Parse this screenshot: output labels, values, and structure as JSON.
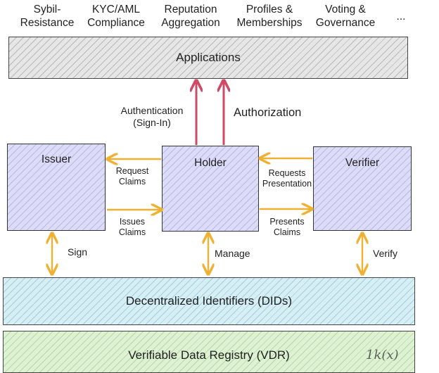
{
  "use_cases": [
    {
      "id": "sybil",
      "label": "Sybil-\nResistance"
    },
    {
      "id": "kyc",
      "label": "KYC/AML\nCompliance"
    },
    {
      "id": "reputation",
      "label": "Reputation\nAggregation"
    },
    {
      "id": "profiles",
      "label": "Profiles &\nMemberships"
    },
    {
      "id": "voting",
      "label": "Voting &\nGovernance"
    },
    {
      "id": "more",
      "label": "..."
    }
  ],
  "applications": {
    "label": "Applications"
  },
  "authentication": {
    "label": "Authentication\n(Sign-In)"
  },
  "authorization": {
    "label": "Authorization"
  },
  "actors": {
    "issuer": "Issuer",
    "holder": "Holder",
    "verifier": "Verifier"
  },
  "flows": {
    "request_claims": "Request\nClaims",
    "issues_claims": "Issues\nClaims",
    "requests_presentation": "Requests\nPresentation",
    "presents_claims": "Presents\nClaims",
    "sign": "Sign",
    "manage": "Manage",
    "verify": "Verify"
  },
  "dids": {
    "label": "Decentralized Identifiers (DIDs)"
  },
  "vdr": {
    "label": "Verifiable Data Registry (VDR)"
  },
  "watermark": "1k(x)",
  "colors": {
    "orange_arrow": "#f0b030",
    "red_arrow": "#cf4a64",
    "actor_fill": "#dcdcf7",
    "apps_fill": "#e6e6e6",
    "dids_fill": "#d6eef4",
    "vdr_fill": "#dff1d4"
  }
}
